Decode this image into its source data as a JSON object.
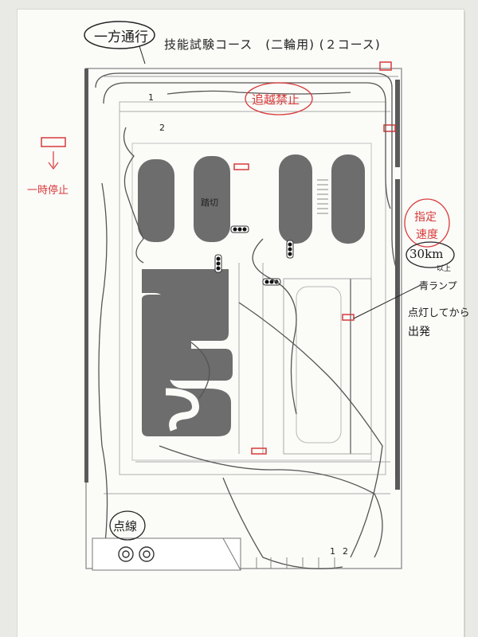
{
  "title": "技能試験コース　(二輪用) (２コース)",
  "annotations": {
    "one_way": "一方通行",
    "overtake": "追越禁止",
    "stop": "一時停止",
    "speed_line1": "指定",
    "speed_line2": "速度",
    "speed_limit": "30km",
    "speed_limit_sub": "以上",
    "green_light": "青ランプ",
    "lit_start_1": "点灯してから",
    "lit_start_2": "出発",
    "dotted_line": "点線"
  },
  "course_labels": {
    "railroad_crossing": "踏切",
    "lane_1_top": "1",
    "lane_2_top": "2",
    "lane_1_bottom": "1",
    "lane_2_bottom": "2"
  },
  "colors": {
    "paper": "#fbfbf8",
    "island": "#6d6d6d",
    "course_line": "#9a9a9a",
    "route_pencil": "#555555",
    "red_ink": "#d83a3a",
    "signal_light": "#111111"
  }
}
